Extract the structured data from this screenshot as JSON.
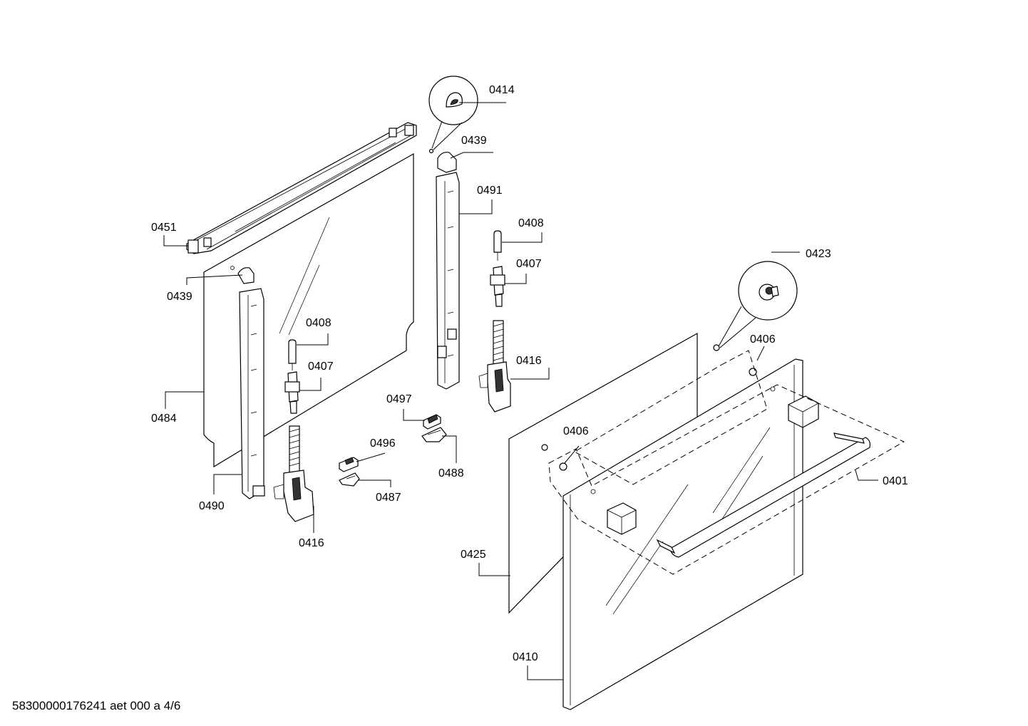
{
  "diagram": {
    "footer": "58300000176241 aet 000 a 4/6",
    "labels": {
      "p0414": "0414",
      "p0439_top": "0439",
      "p0491": "0491",
      "p0408_right": "0408",
      "p0407_right": "0407",
      "p0423": "0423",
      "p0451": "0451",
      "p0439_left": "0439",
      "p0408_left": "0408",
      "p0407_left": "0407",
      "p0416_right": "0416",
      "p0406_top": "0406",
      "p0484": "0484",
      "p0497": "0497",
      "p0406_mid": "0406",
      "p0496": "0496",
      "p0488": "0488",
      "p0401": "0401",
      "p0487": "0487",
      "p0490": "0490",
      "p0416_left": "0416",
      "p0425": "0425",
      "p0410": "0410"
    }
  }
}
